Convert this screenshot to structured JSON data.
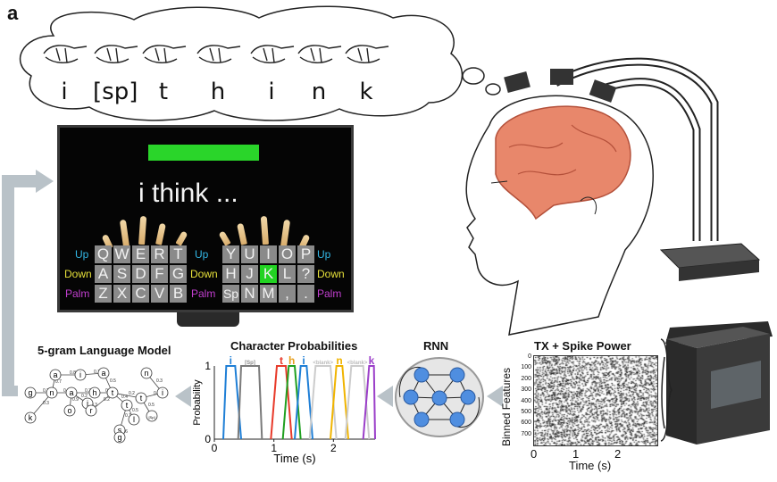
{
  "panel_label": "a",
  "thought_letters": [
    "i",
    "[sp]",
    "t",
    "h",
    "i",
    "n",
    "k"
  ],
  "screen": {
    "typed_text": "i think ...",
    "rows": [
      {
        "left_label": "Up",
        "right_label": "Up",
        "keys_left": [
          "Q",
          "W",
          "E",
          "R",
          "T"
        ],
        "keys_right": [
          "Y",
          "U",
          "I",
          "O",
          "P"
        ]
      },
      {
        "left_label": "Down",
        "right_label": "Down",
        "keys_left": [
          "A",
          "S",
          "D",
          "F",
          "G"
        ],
        "keys_right": [
          "H",
          "J",
          "K",
          "L",
          "?"
        ]
      },
      {
        "left_label": "Palm",
        "right_label": "Palm",
        "keys_left": [
          "Z",
          "X",
          "C",
          "V",
          "B"
        ],
        "keys_right": [
          "Sp",
          "N",
          "M",
          ",",
          "."
        ]
      }
    ],
    "highlighted_key": "K",
    "label_colors": {
      "Up": "#33b7e6",
      "Down": "#e6e03a",
      "Palm": "#c23fd0"
    },
    "target_bar_color": "#2ad52a"
  },
  "panels": {
    "language_model": {
      "title": "5-gram Language Model",
      "nodes": [
        "g",
        "n",
        "k",
        "a",
        "a",
        "i",
        "o",
        "i",
        "h",
        "r",
        "a",
        "t",
        "t",
        "l",
        "t",
        "s",
        "n",
        "i",
        "g",
        "[Sp]"
      ],
      "edge_labels": [
        "0.3",
        "0.7",
        "0.2",
        "0.8",
        "0.3",
        "0.7",
        "0.9",
        "0.2",
        "0.2",
        "0.3",
        "0.2",
        "0.5",
        "0.4",
        "0.2",
        "0.5",
        "0.2",
        "0.3",
        "0.1",
        "0.6",
        "0.5",
        "0.3"
      ]
    },
    "char_prob": {
      "title": "Character Probabilities",
      "labels": [
        "i",
        "[Sp]",
        "t",
        "h",
        "i",
        "<blank>",
        "n",
        "<blank>",
        "k"
      ],
      "label_colors": [
        "#1f7fd6",
        "#8a8a8a",
        "#e83a2a",
        "#e8a020",
        "#1f7fd6",
        "#bbbbbb",
        "#f0b400",
        "#bbbbbb",
        "#9b3fc9"
      ]
    },
    "rnn": {
      "title": "RNN"
    },
    "spike": {
      "title": "TX + Spike Power",
      "ylabel": "Binned Features",
      "xlabel": "Time (s)",
      "yticks": [
        "0",
        "100",
        "200",
        "300",
        "400",
        "500",
        "600",
        "700"
      ],
      "xticks": [
        "0",
        "1",
        "2"
      ]
    }
  },
  "chart_data": {
    "type": "line",
    "title": "Character Probabilities",
    "xlabel": "Time (s)",
    "ylabel": "Probability",
    "xlim": [
      0,
      2.7
    ],
    "ylim": [
      0,
      1
    ],
    "xticks": [
      "0",
      "1",
      "2"
    ],
    "yticks": [
      "0",
      "1"
    ],
    "series": [
      {
        "name": "i",
        "color": "#1f7fd6",
        "points": [
          [
            0.15,
            0
          ],
          [
            0.2,
            1
          ],
          [
            0.35,
            1
          ],
          [
            0.45,
            0
          ]
        ]
      },
      {
        "name": "[Sp]",
        "color": "#7a7a7a",
        "points": [
          [
            0.4,
            0
          ],
          [
            0.45,
            1
          ],
          [
            0.75,
            1
          ],
          [
            0.8,
            0
          ]
        ]
      },
      {
        "name": "t",
        "color": "#e83a2a",
        "points": [
          [
            0.95,
            0
          ],
          [
            1.05,
            1
          ],
          [
            1.2,
            1
          ],
          [
            1.3,
            0
          ]
        ]
      },
      {
        "name": "h",
        "color": "#20a020",
        "points": [
          [
            1.15,
            0
          ],
          [
            1.25,
            1
          ],
          [
            1.35,
            1
          ],
          [
            1.45,
            0
          ]
        ]
      },
      {
        "name": "i",
        "color": "#1f7fd6",
        "points": [
          [
            1.35,
            0
          ],
          [
            1.45,
            1
          ],
          [
            1.55,
            1
          ],
          [
            1.65,
            0
          ]
        ]
      },
      {
        "name": "<blank>",
        "color": "#cccccc",
        "points": [
          [
            1.6,
            0
          ],
          [
            1.7,
            1
          ],
          [
            1.95,
            1
          ],
          [
            2.05,
            0
          ]
        ]
      },
      {
        "name": "n",
        "color": "#f0b400",
        "points": [
          [
            1.95,
            0
          ],
          [
            2.05,
            1
          ],
          [
            2.15,
            1
          ],
          [
            2.25,
            0
          ]
        ]
      },
      {
        "name": "<blank>",
        "color": "#cccccc",
        "points": [
          [
            2.2,
            0
          ],
          [
            2.3,
            1
          ],
          [
            2.5,
            1
          ],
          [
            2.6,
            0
          ]
        ]
      },
      {
        "name": "k",
        "color": "#9b3fc9",
        "points": [
          [
            2.5,
            0
          ],
          [
            2.6,
            1
          ],
          [
            2.68,
            1
          ],
          [
            2.7,
            0
          ]
        ]
      }
    ]
  }
}
